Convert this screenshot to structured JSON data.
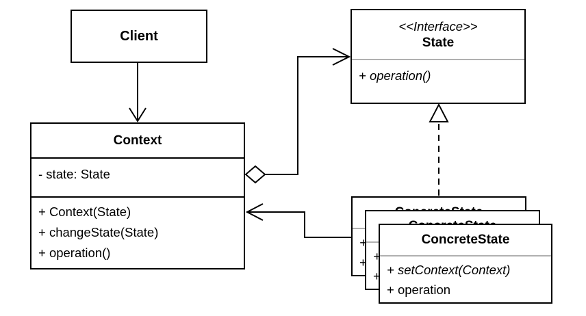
{
  "colors": {
    "stroke": "#000000",
    "box_fill": "#ffffff",
    "divider_gray": "#b0b0b0"
  },
  "classes": {
    "client": {
      "title": "Client"
    },
    "context": {
      "title": "Context",
      "attributes": [
        "- state: State"
      ],
      "methods": [
        "+ Context(State)",
        "+ changeState(State)",
        "+ operation()"
      ]
    },
    "state": {
      "stereotype": "<<Interface>>",
      "title": "State",
      "methods": [
        "+ operation()"
      ]
    },
    "concrete_states": [
      {
        "title": "ConcreteState",
        "methods": [
          "+ setContext(Context)",
          "+ operation"
        ]
      },
      {
        "title": "ConcreteState",
        "methods": [
          "+ setContext(Context)",
          "+ operation"
        ]
      },
      {
        "title": "ConcreteState",
        "methods": [
          "+ setContext(Context)",
          "+ operation"
        ]
      }
    ]
  },
  "connectors": [
    {
      "from": "Client",
      "to": "Context",
      "type": "directed-association"
    },
    {
      "from": "Context",
      "to": "State",
      "type": "aggregation"
    },
    {
      "from": "ConcreteState",
      "to": "State",
      "type": "realization"
    },
    {
      "from": "ConcreteState",
      "to": "Context",
      "type": "directed-association"
    }
  ]
}
